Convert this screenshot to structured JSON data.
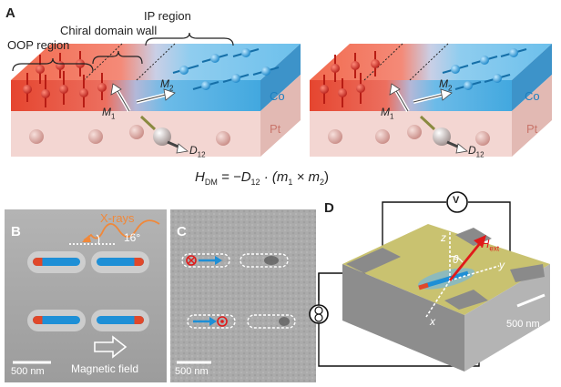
{
  "panels": {
    "A": {
      "letter": "A",
      "labels": {
        "oop_region": "OOP region",
        "chiral_domain_wall": "Chiral domain wall",
        "ip_region": "IP region",
        "co": "Co",
        "pt": "Pt",
        "m1": "M",
        "m1_sub": "1",
        "m2": "M",
        "m2_sub": "2",
        "d12": "D",
        "d12_sub": "12"
      },
      "equation": {
        "lhs": "H",
        "lhs_sub": "DM",
        "rhs": "= −D",
        "d_sub": "12",
        "cross": "· (m",
        "m1_sub": "1",
        "times": " × m",
        "m2_sub": "2",
        "close": ")"
      }
    },
    "B": {
      "letter": "B",
      "xrays": "X-rays",
      "angle": "16°",
      "scalebar": "500 nm",
      "field": "Magnetic field"
    },
    "C": {
      "letter": "C",
      "scalebar": "500 nm"
    },
    "D": {
      "letter": "D",
      "voltmeter": "V",
      "h_ext": "H",
      "h_ext_sub": "ext",
      "theta": "θ",
      "axis_x": "x",
      "axis_y": "y",
      "axis_z": "z",
      "scalebar": "500 nm"
    }
  },
  "colors": {
    "oop_red": "#e8533f",
    "ip_blue": "#4aaee0",
    "pt_pink": "#f2d0cc",
    "stripe_blue": "#1e8fd6",
    "stripe_red": "#e0482a",
    "film_yellow": "#d4c870",
    "hext_red": "#e01a1a",
    "xray_orange": "#f0883a"
  }
}
